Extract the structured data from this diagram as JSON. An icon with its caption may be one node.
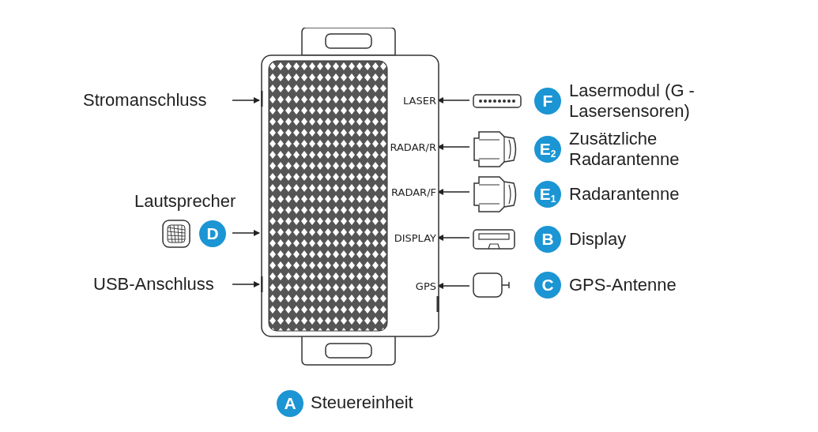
{
  "diagram": {
    "nodes": [
      {
        "text": [],
        "shape": "box"
      },
      {
        "text": [
          "LASER"
        ],
        "in": 0
      },
      {
        "text": [
          "RADAR/R"
        ],
        "in": 0
      },
      {
        "text": [
          "RADAR/F"
        ],
        "in": 0
      },
      {
        "text": [
          "DISPLAY"
        ],
        "in": 0
      },
      {
        "text": [
          "GPS"
        ],
        "in": 0
      },
      {
        "text": [
          "Stromanschluss"
        ]
      },
      {
        "text": [
          "Lautsprecher",
          "D"
        ]
      },
      {
        "text": [
          "USB-Anschluss"
        ]
      },
      {
        "text": [
          "F",
          "Lasermodul (G - Lasersensoren)"
        ]
      },
      {
        "text": [
          "E$_{2}$",
          "Zusätzliche Radarantenne"
        ]
      },
      {
        "text": [
          "E$_{1}$",
          "Radarantenne"
        ]
      },
      {
        "text": [
          "B",
          "Display"
        ]
      },
      {
        "text": [
          "C",
          "GPS-Antenne"
        ]
      },
      {
        "text": [
          "A",
          "Steuereinheit"
        ]
      }
    ],
    "edges": [
      {
        "from": 6,
        "to": 0,
        "arrow": "to"
      },
      {
        "from": 7,
        "to": 0,
        "arrow": "to"
      },
      {
        "from": 8,
        "to": 0,
        "arrow": "to"
      },
      {
        "from": 9,
        "to": 1,
        "arrow": "to"
      },
      {
        "from": 10,
        "to": 2,
        "arrow": "to"
      },
      {
        "from": 11,
        "to": 3,
        "arrow": "to"
      },
      {
        "from": 12,
        "to": 4,
        "arrow": "to"
      },
      {
        "from": 13,
        "to": 5,
        "arrow": "to"
      }
    ]
  }
}
